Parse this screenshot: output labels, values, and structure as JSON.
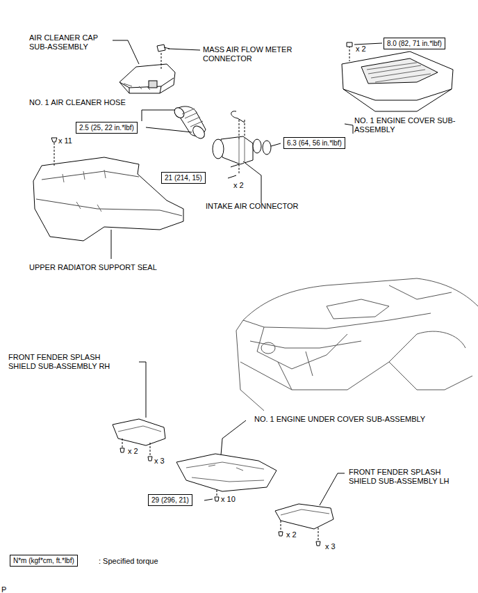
{
  "diagram": {
    "nodes": [
      {
        "text": [
          "8.0 (82, 71 in.*lbf)"
        ]
      },
      {
        "text": [
          "2.5 (25, 22 in.*lbf)"
        ]
      },
      {
        "text": [
          "6.3 (64, 56 in.*lbf)"
        ]
      },
      {
        "text": [
          "21 (214, 15)"
        ]
      },
      {
        "text": [
          "29 (296, 21)"
        ]
      },
      {
        "text": [
          "N*m (kgf*cm, ft.*lbf)"
        ]
      }
    ],
    "labels": [
      "AIR CLEANER CAP SUB-ASSEMBLY",
      "MASS AIR FLOW METER CONNECTOR",
      "x 2",
      "NO. 1 AIR CLEANER HOSE",
      "NO. 1 ENGINE COVER SUB-ASSEMBLY",
      "x 11",
      "x 2",
      "INTAKE AIR CONNECTOR",
      "UPPER RADIATOR SUPPORT SEAL",
      "FRONT FENDER SPLASH SHIELD SUB-ASSEMBLY RH",
      "x 2",
      "x 3",
      "NO. 1 ENGINE UNDER COVER SUB-ASSEMBLY",
      "x 10",
      "FRONT FENDER SPLASH SHIELD SUB-ASSEMBLY LH",
      "x 2",
      "x 3",
      ": Specified torque",
      "P"
    ]
  }
}
